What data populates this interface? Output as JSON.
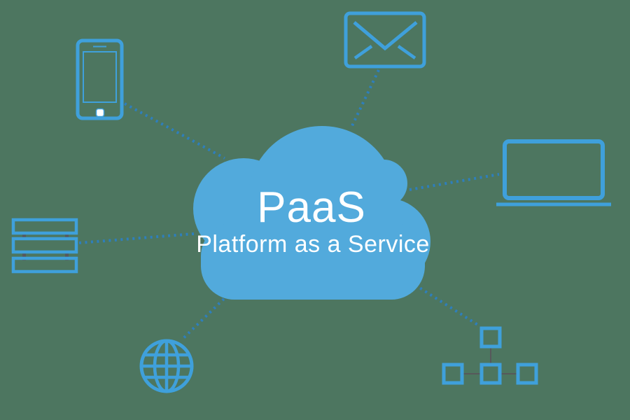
{
  "diagram": {
    "title": "PaaS",
    "subtitle": "Platform as a Service",
    "center_node": {
      "id": "cloud",
      "shape": "cloud"
    },
    "connected_nodes": [
      {
        "id": "smartphone",
        "icon": "smartphone-icon",
        "position": "top-left"
      },
      {
        "id": "email",
        "icon": "envelope-icon",
        "position": "top-center"
      },
      {
        "id": "laptop",
        "icon": "laptop-icon",
        "position": "right"
      },
      {
        "id": "server",
        "icon": "server-stack-icon",
        "position": "left"
      },
      {
        "id": "globe",
        "icon": "globe-icon",
        "position": "bottom-left"
      },
      {
        "id": "network",
        "icon": "network-nodes-icon",
        "position": "bottom-right"
      }
    ],
    "connector_style": "dotted"
  },
  "colors": {
    "background": "#4D7660",
    "cloud": "#52AADC",
    "icon_stroke": "#3FA0DB",
    "dotted_line": "#2E7FBC",
    "connector_gray": "#57585B",
    "text": "#FFFFFF"
  }
}
